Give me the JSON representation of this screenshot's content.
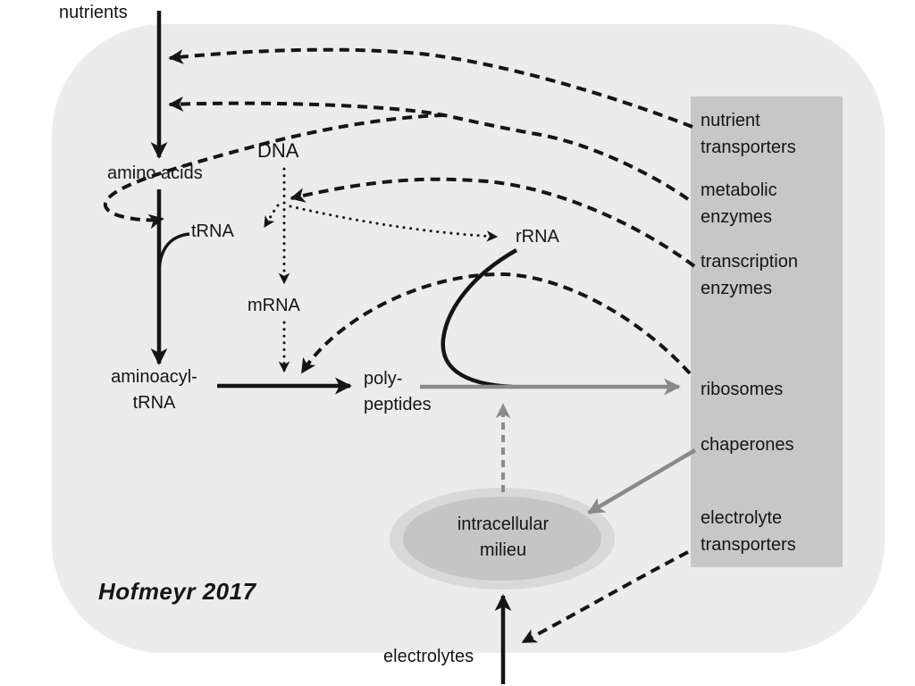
{
  "title": "Hofmeyr 2017",
  "nodes": {
    "nutrients": {
      "label": "nutrients"
    },
    "amino_acids": {
      "label": "amino acids"
    },
    "dna": {
      "label": "DNA"
    },
    "trna": {
      "label": "tRNA"
    },
    "mrna": {
      "label": "mRNA"
    },
    "rrna": {
      "label": "rRNA"
    },
    "aminoacyl_trna": {
      "label": "aminoacyl-\ntRNA"
    },
    "polypeptides": {
      "label": "poly-\npeptides"
    },
    "intracellular_milieu": {
      "label": "intracellular\nmilieu"
    },
    "electrolytes": {
      "label": "electrolytes"
    }
  },
  "machinery_box": {
    "items": [
      {
        "id": "nutrient-transporters",
        "label": "nutrient\ntransporters"
      },
      {
        "id": "metabolic-enzymes",
        "label": "metabolic\nenzymes"
      },
      {
        "id": "transcription-enzymes",
        "label": "transcription\nenzymes"
      },
      {
        "id": "ribosomes",
        "label": "ribosomes"
      },
      {
        "id": "chaperones",
        "label": "chaperones"
      },
      {
        "id": "electrolyte-transporters",
        "label": "electrolyte\ntransporters"
      }
    ]
  },
  "colors": {
    "background": "#ffffff",
    "cell-fill": "#ececec",
    "machinery-box-fill": "#c7c7c7",
    "milieu-fill": "#c5c5c5",
    "milieu-halo": "#d9d9d9",
    "ink": "#151515",
    "gray-arrow": "#8a8a8a"
  }
}
